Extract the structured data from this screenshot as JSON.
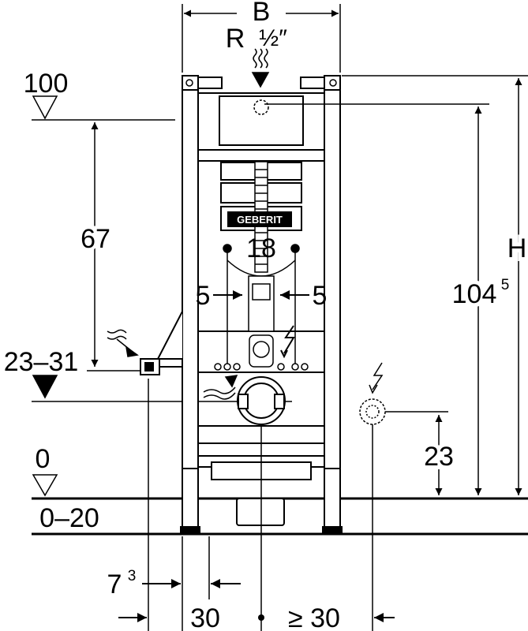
{
  "dimensions": {
    "width_label": "B",
    "pipe_thread_label": "R",
    "pipe_thread_fraction": "½″",
    "height_label": "H",
    "flush_level_top": "100",
    "range_67": "67",
    "range_23_31": "23–31",
    "center_18": "18",
    "left_5": "5",
    "right_5": "5",
    "height_104_base": "104",
    "height_104_sup": "5",
    "socket_height_23": "23",
    "floor_zero": "0",
    "floor_0_20": "0–20",
    "offset_7_base": "7",
    "offset_7_sup": "3",
    "offset_30": "30",
    "offset_min_30": "≥ 30"
  },
  "logo": {
    "text": "GEBERIT"
  },
  "colors": {
    "line": "#000000",
    "background": "#ffffff"
  }
}
